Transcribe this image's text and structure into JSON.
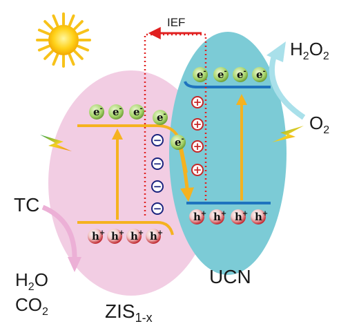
{
  "labels": {
    "ief": "IEF",
    "h2o2": {
      "base": "H",
      "sub1": "2",
      "mid": "O",
      "sub2": "2"
    },
    "o2": {
      "base": "O",
      "sub": "2"
    },
    "tc": "TC",
    "h2o": {
      "base": "H",
      "sub": "2",
      "rest": "O"
    },
    "co2": {
      "base": "CO",
      "sub": "2"
    },
    "zis": {
      "base": "ZIS",
      "sub": "1-x"
    },
    "ucn": "UCN"
  },
  "carriers": {
    "electron": {
      "symbol": "e",
      "charge": "-"
    },
    "hole": {
      "symbol": "h",
      "charge": "+"
    },
    "positive": "+",
    "negative": "−"
  },
  "colors": {
    "zis_ellipse": "#f2cde3",
    "ucn_ellipse": "#7ccbd6",
    "band_orange": "#f5b21f",
    "band_blue": "#1e73be",
    "ief_red": "#e02020",
    "electron_green": "#8bc34a",
    "hole_red": "#c0262d",
    "tc_arrow_pink": "#ecb0d6",
    "o2_arrow_blue": "#a9e0ea",
    "sun_yellow": "#ffd21a"
  },
  "icons": [
    "sun-icon",
    "light-bolt-icon"
  ]
}
